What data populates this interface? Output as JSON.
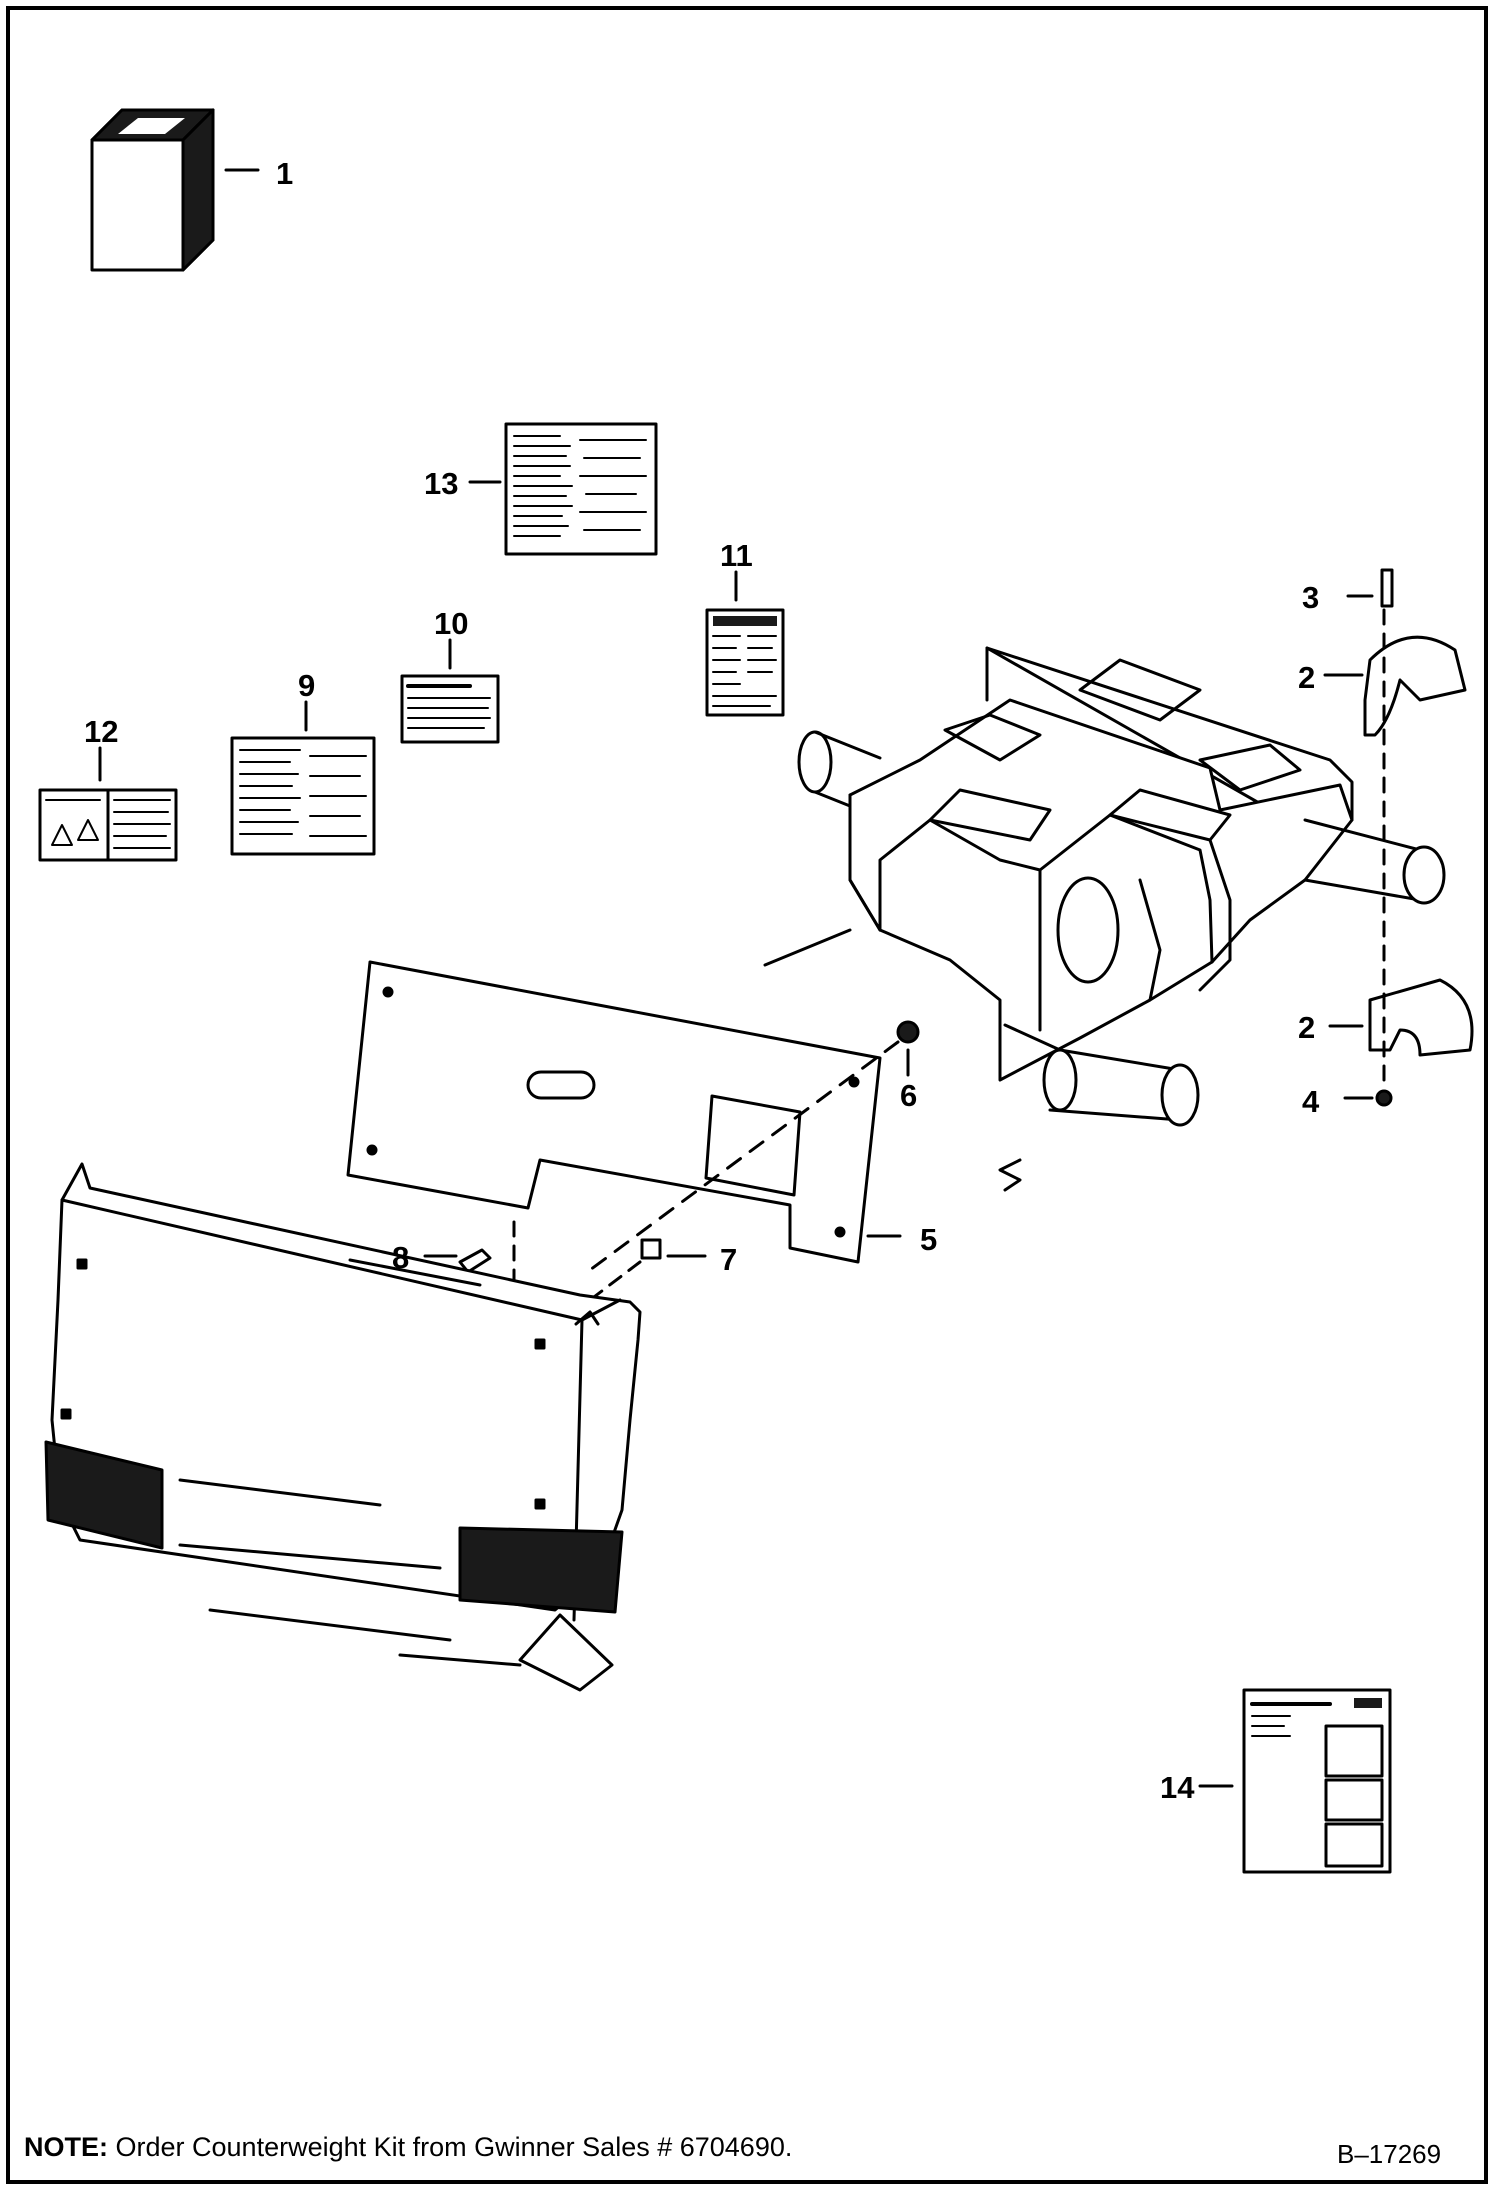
{
  "callouts": {
    "c1": "1",
    "c2a": "2",
    "c2b": "2",
    "c3": "3",
    "c4": "4",
    "c5": "5",
    "c6": "6",
    "c7": "7",
    "c8": "8",
    "c9": "9",
    "c10": "10",
    "c11": "11",
    "c12": "12",
    "c13": "13",
    "c14": "14"
  },
  "note": {
    "label": "NOTE:",
    "text": " Order Counterweight Kit from Gwinner Sales # 6704690."
  },
  "figure_number": "B–17269",
  "colors": {
    "line": "#000000",
    "background": "#ffffff",
    "dark_fill": "#1a1a1a"
  }
}
